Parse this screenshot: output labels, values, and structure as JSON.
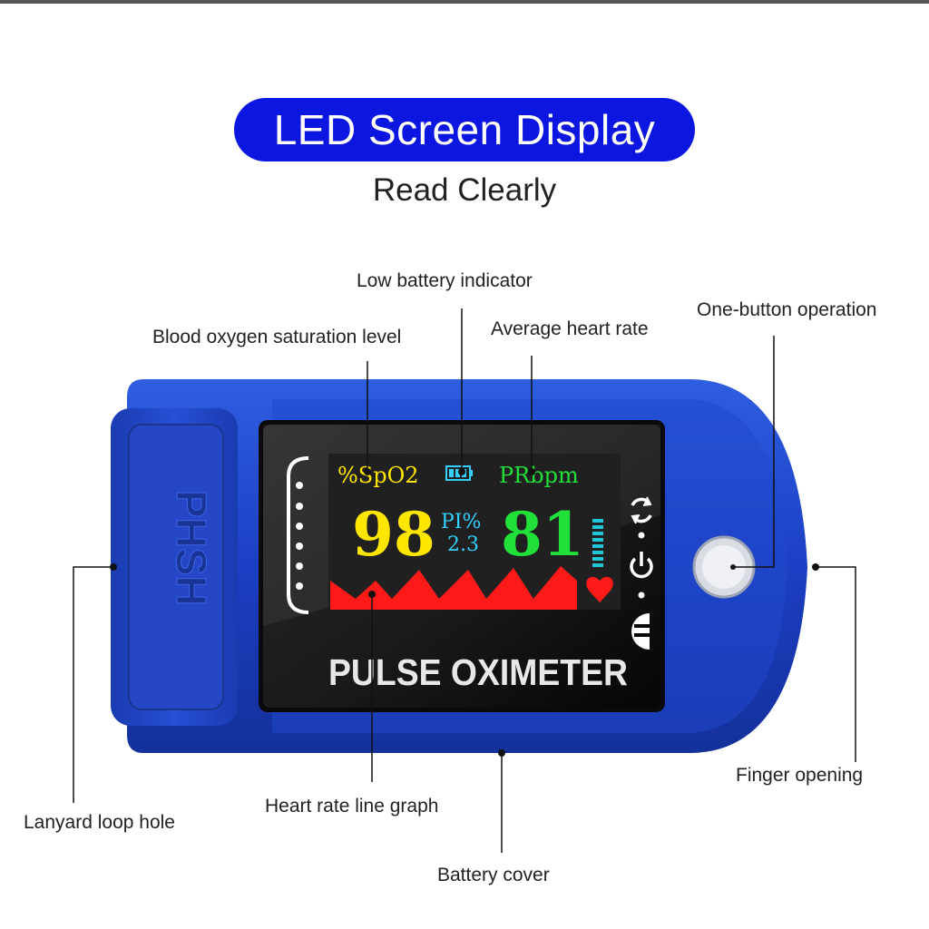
{
  "header": {
    "title": "LED Screen Display",
    "subtitle": "Read Clearly"
  },
  "callouts": {
    "low_battery": "Low battery indicator",
    "spo2_level": "Blood oxygen saturation level",
    "avg_heart_rate": "Average heart rate",
    "one_button": "One-button operation",
    "lanyard": "Lanyard loop hole",
    "finger_opening": "Finger opening",
    "hr_graph": "Heart rate line graph",
    "battery_cover": "Battery cover"
  },
  "device": {
    "clip_brand": "PHSH",
    "product_name": "PULSE OXIMETER",
    "screen": {
      "spo2_label": "%SpO2",
      "pr_label": "PRbpm",
      "spo2_value": "98",
      "pi_label": "PI%",
      "pi_value": "2.3",
      "pr_value": "81"
    }
  },
  "colors": {
    "title_pill": "#0b16e0",
    "device_blue": "#1d3fbf",
    "spo2": "#ffe600",
    "pr": "#22e03a",
    "pi": "#33d0ff",
    "waveform": "#ff1a1a"
  },
  "icons": [
    "battery-icon",
    "rotate-icon",
    "power-icon",
    "heart-icon",
    "signal-bar-icon"
  ]
}
